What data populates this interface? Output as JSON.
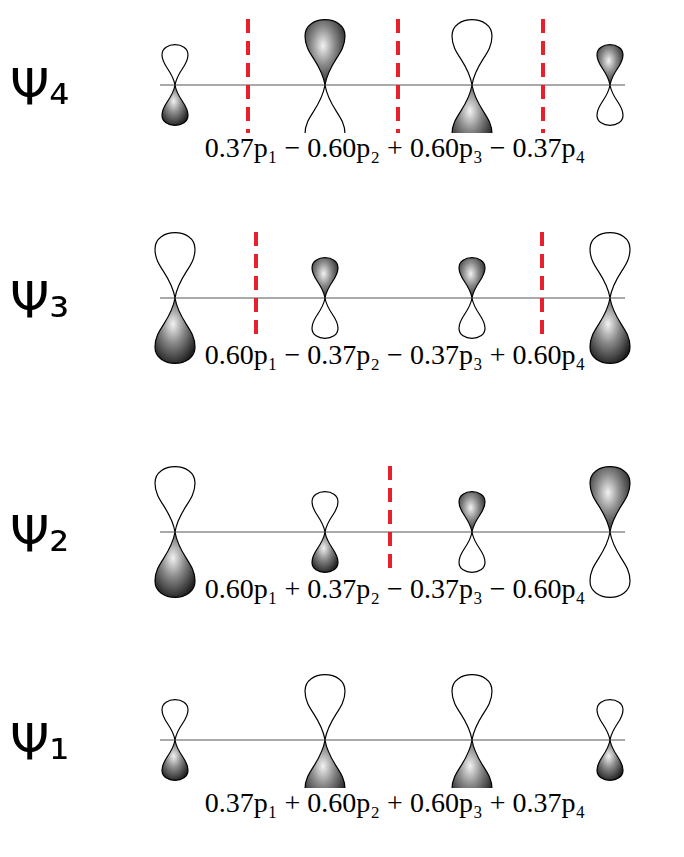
{
  "diagram": {
    "labels": [
      "Ψ₄",
      "0.37p₁ − 0.60p₂ + 0.60p₃ − 0.37p₄",
      "Ψ₃",
      "0.60p₁ − 0.37p₂ − 0.37p₃ + 0.60p₄",
      "Ψ₂",
      "0.60p₁ + 0.37p₂ − 0.37p₃ − 0.60p₄",
      "Ψ₁",
      "0.37p₁ + 0.60p₂ + 0.60p₃ + 0.37p₄"
    ]
  }
}
